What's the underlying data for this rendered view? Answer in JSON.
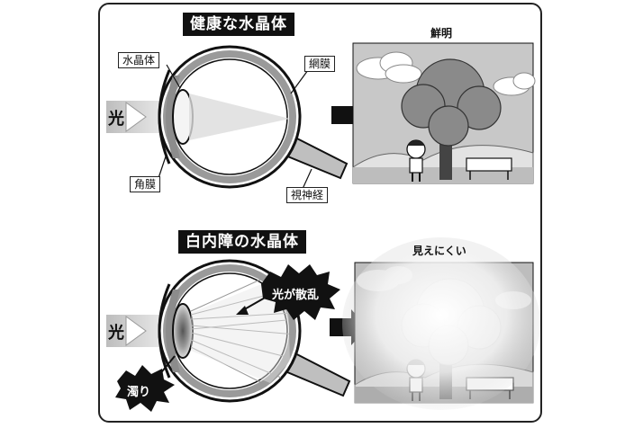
{
  "top": {
    "title": "健康な水晶体",
    "labels": {
      "lens": "水晶体",
      "cornea": "角膜",
      "retina": "網膜",
      "optic_nerve": "視神経"
    },
    "light": "光",
    "result_caption": "鮮明"
  },
  "bottom": {
    "title": "白内障の水晶体",
    "scatter_label": "光が散乱",
    "cloudy_label": "濁り",
    "light": "光",
    "result_caption": "見えにくい"
  },
  "colors": {
    "ink": "#111111",
    "eye_gray": "#9a9a9a",
    "sky": "#c8c8c8"
  }
}
